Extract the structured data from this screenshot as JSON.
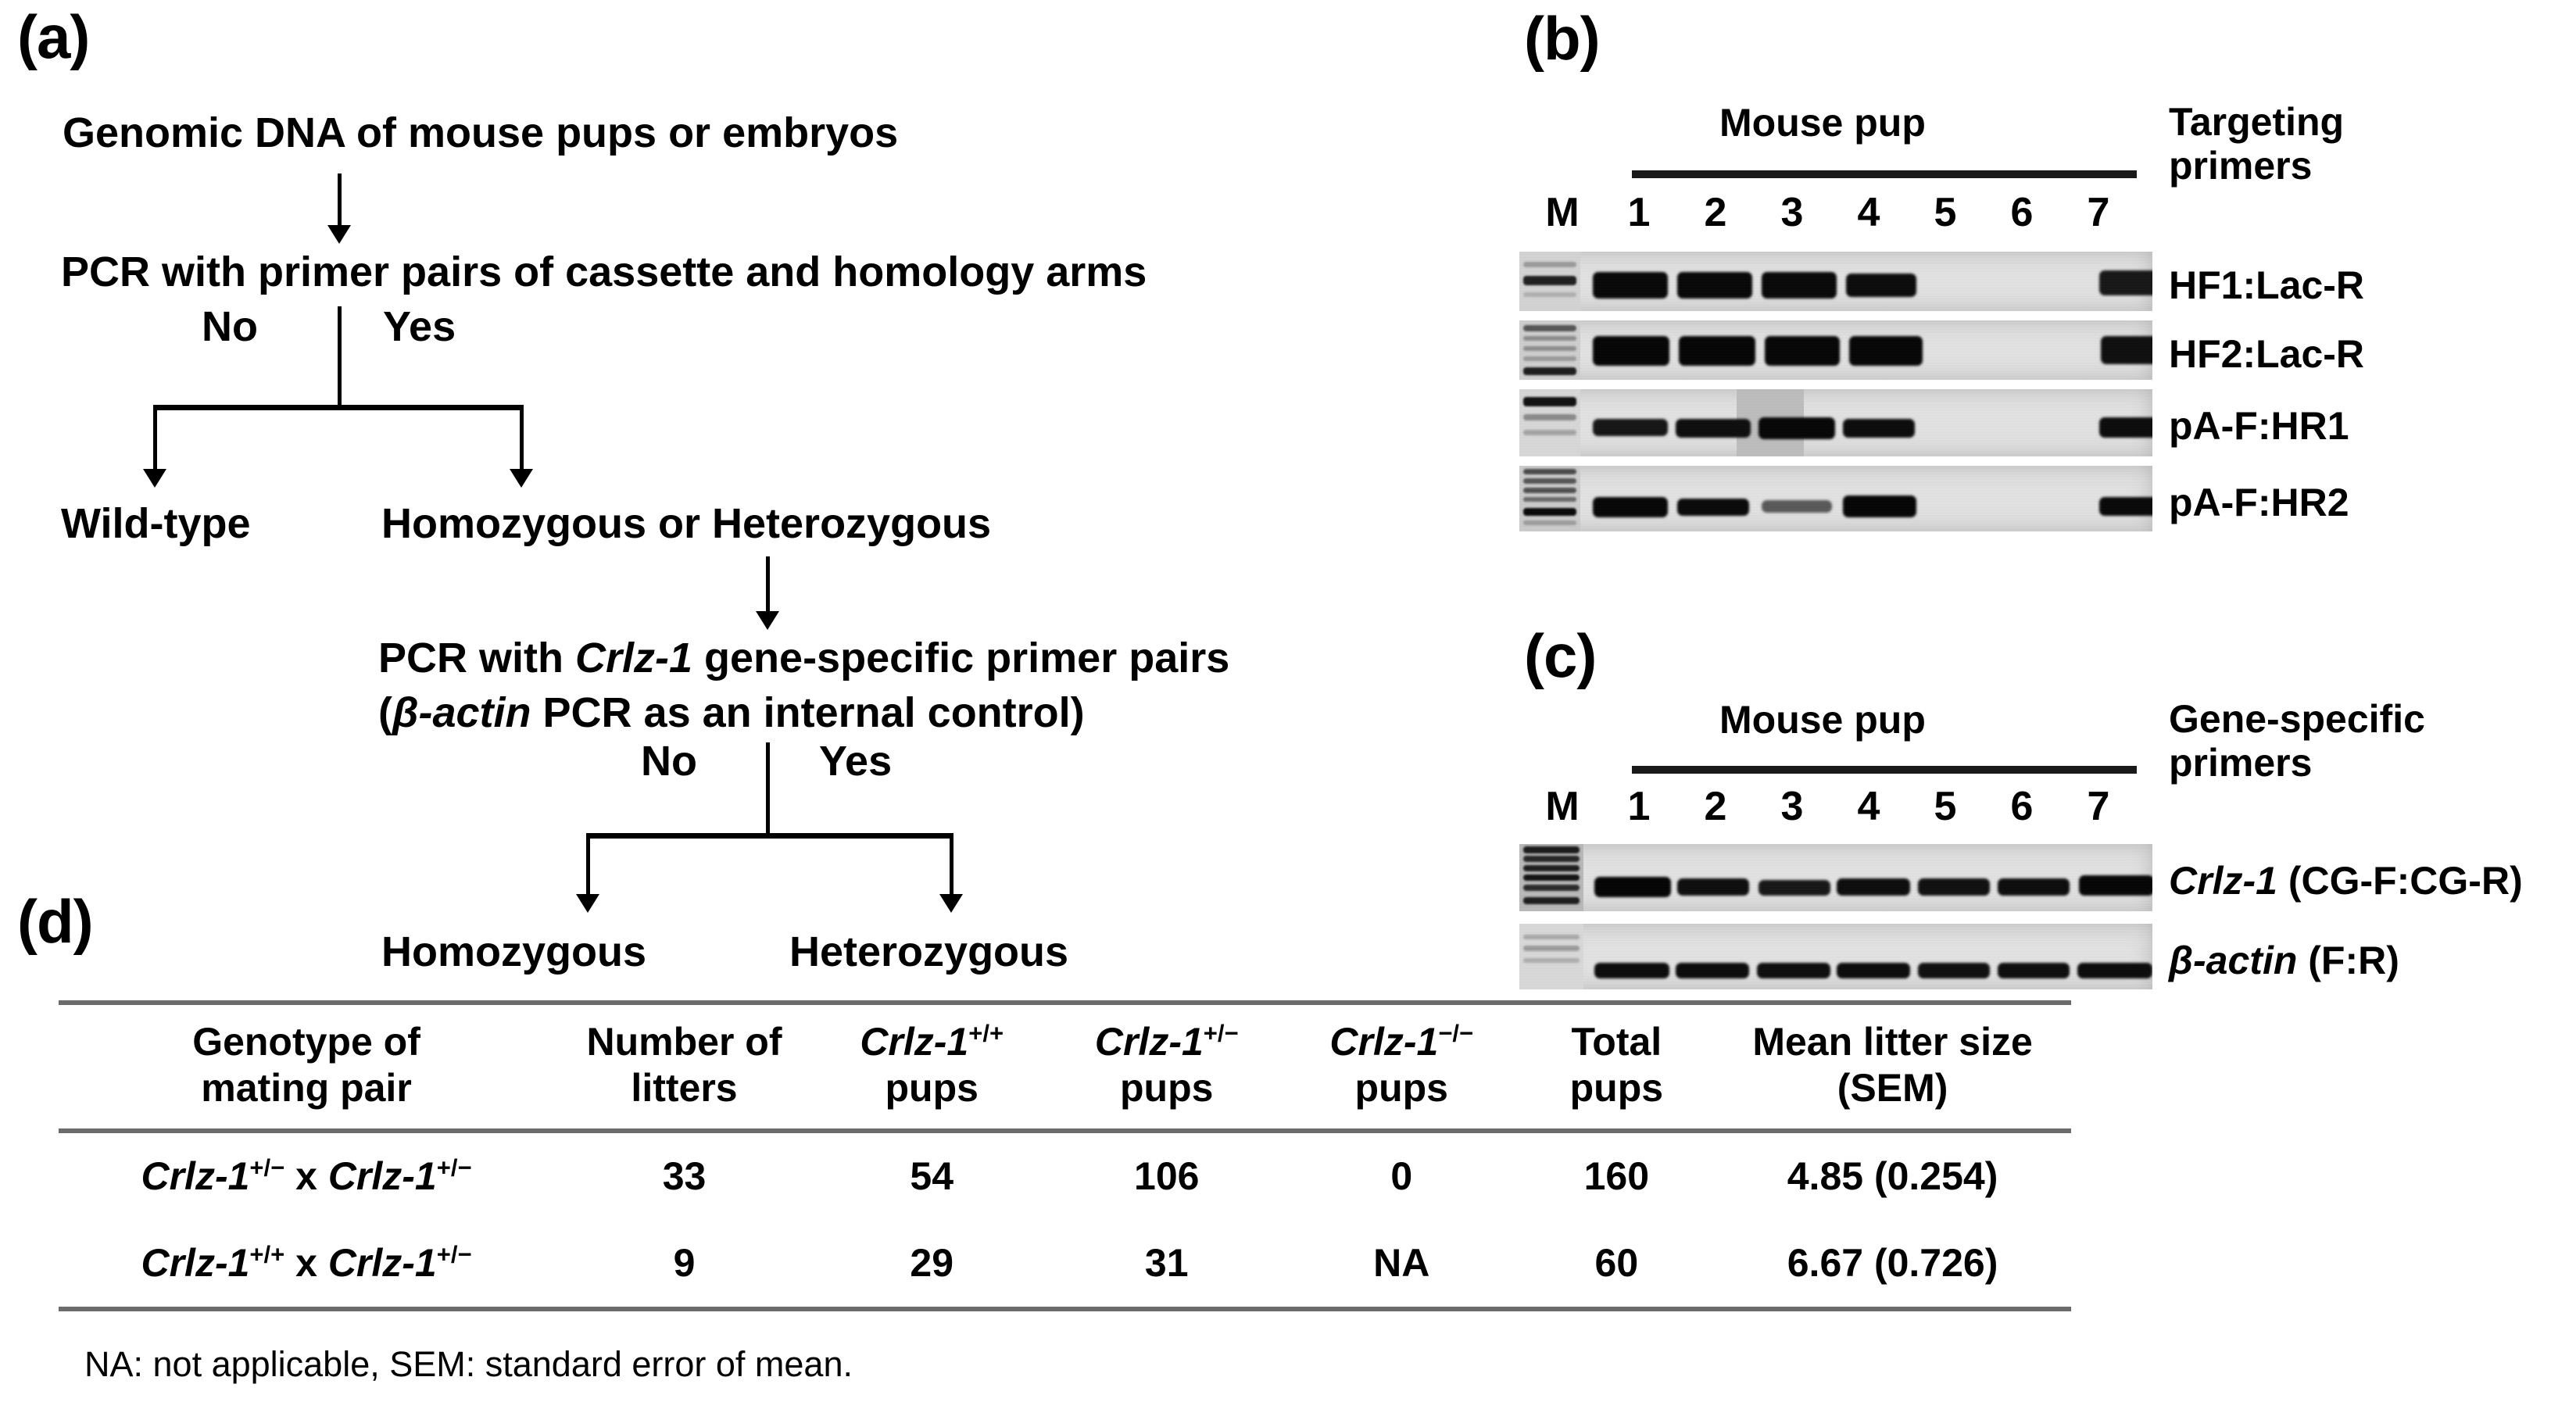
{
  "panels": {
    "a": {
      "letter": "(a)",
      "nodes": {
        "start": "Genomic DNA of mouse pups or embryos",
        "step1": "PCR with primer pairs of cassette and homology arms",
        "branch1_no": "No",
        "branch1_yes": "Yes",
        "wildtype": "Wild-type",
        "homo_or_het": "Homozygous or Heterozygous",
        "step2_line1_pre": "PCR with ",
        "step2_line1_gene": "Crlz-1",
        "step2_line1_post": " gene-specific primer pairs",
        "step2_line2_pre": "(",
        "step2_line2_gene": "β-actin",
        "step2_line2_post": " PCR as an internal control)",
        "branch2_no": "No",
        "branch2_yes": "Yes",
        "homozygous": "Homozygous",
        "heterozygous": "Heterozygous"
      }
    },
    "b": {
      "letter": "(b)",
      "group_header": "Mouse pup",
      "lane_labels": [
        "M",
        "1",
        "2",
        "3",
        "4",
        "5",
        "6",
        "7"
      ],
      "side_title_line1": "Targeting",
      "side_title_line2": "primers",
      "rows": [
        {
          "label": "HF1:Lac-R",
          "bands": [
            1,
            1,
            1,
            1,
            0,
            0,
            1
          ]
        },
        {
          "label": "HF2:Lac-R",
          "bands": [
            1,
            1,
            1,
            1,
            0,
            0,
            1
          ]
        },
        {
          "label": "pA-F:HR1",
          "bands": [
            1,
            1,
            1,
            1,
            0,
            0,
            1
          ]
        },
        {
          "label": "pA-F:HR2",
          "bands": [
            1,
            1,
            1,
            1,
            0,
            0,
            1
          ]
        }
      ]
    },
    "c": {
      "letter": "(c)",
      "group_header": "Mouse pup",
      "lane_labels": [
        "M",
        "1",
        "2",
        "3",
        "4",
        "5",
        "6",
        "7"
      ],
      "side_title_line1": "Gene-specific",
      "side_title_line2": "primers",
      "rows": [
        {
          "label_gene": "Crlz-1",
          "label_rest": " (CG-F:CG-R)",
          "bands": [
            1,
            1,
            1,
            1,
            1,
            1,
            1
          ]
        },
        {
          "label_gene": "β-actin",
          "label_rest": " (F:R)",
          "bands": [
            1,
            1,
            1,
            1,
            1,
            1,
            1
          ]
        }
      ]
    },
    "d": {
      "letter": "(d)",
      "table": {
        "headers": [
          {
            "line1": "Genotype of",
            "line2": "mating pair"
          },
          {
            "line1": "Number of",
            "line2": "litters"
          },
          {
            "line1_gene": "Crlz-1",
            "line1_sup": "+/+",
            "line2": "pups"
          },
          {
            "line1_gene": "Crlz-1",
            "line1_sup": "+/−",
            "line2": "pups"
          },
          {
            "line1_gene": "Crlz-1",
            "line1_sup": "−/−",
            "line2": "pups"
          },
          {
            "line1": "Total",
            "line2": "pups"
          },
          {
            "line1": "Mean litter size",
            "line2": "(SEM)"
          }
        ],
        "rows": [
          {
            "genotype": {
              "g1": "Crlz-1",
              "s1": "+/−",
              "sep": " x ",
              "g2": "Crlz-1",
              "s2": "+/−"
            },
            "litters": "33",
            "pups_wt": "54",
            "pups_het": "106",
            "pups_ko": "0",
            "pups_total": "160",
            "mean_litter": "4.85 (0.254)"
          },
          {
            "genotype": {
              "g1": "Crlz-1",
              "s1": "+/+",
              "sep": " x ",
              "g2": "Crlz-1",
              "s2": "+/−"
            },
            "litters": "9",
            "pups_wt": "29",
            "pups_het": "31",
            "pups_ko": "NA",
            "pups_total": "60",
            "mean_litter": "6.67 (0.726)"
          }
        ],
        "footnote": "NA: not applicable, SEM: standard error of mean."
      }
    }
  },
  "colors": {
    "text": "#000000",
    "rule": "#6b6b6b",
    "gel_background": "#e2e2e2",
    "band": "#0a0a0a"
  }
}
